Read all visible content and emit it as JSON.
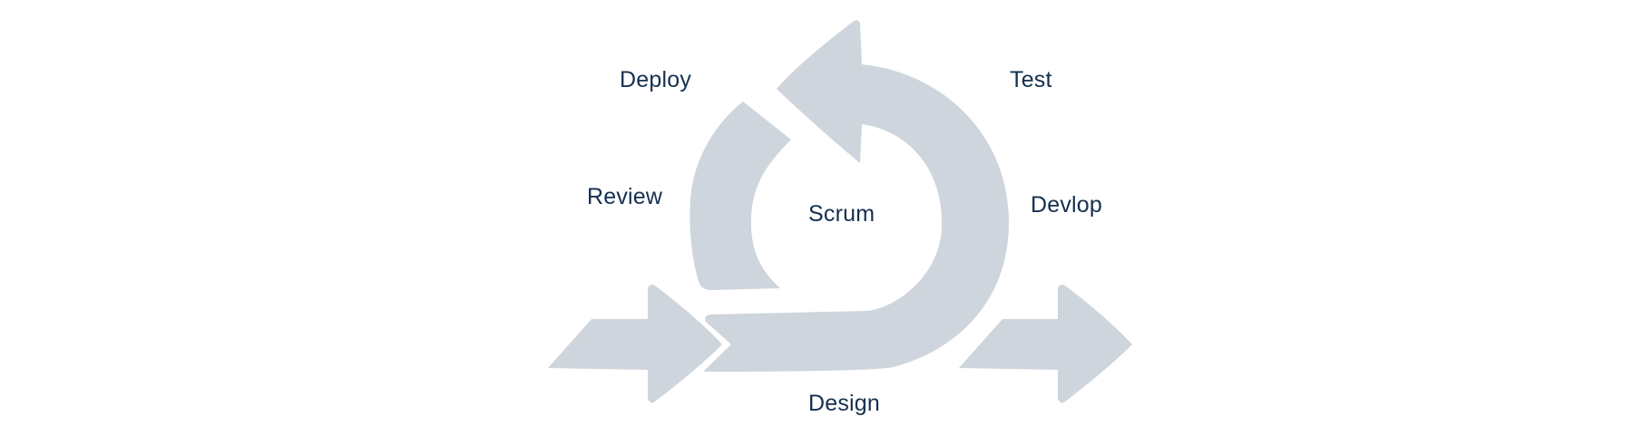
{
  "diagram": {
    "shape_color": "#ced5dc",
    "text_color": "#15304f",
    "center_label": "Scrum",
    "stages": {
      "deploy": "Deploy",
      "test": "Test",
      "review": "Review",
      "develop": "Devlop",
      "design": "Design"
    }
  }
}
